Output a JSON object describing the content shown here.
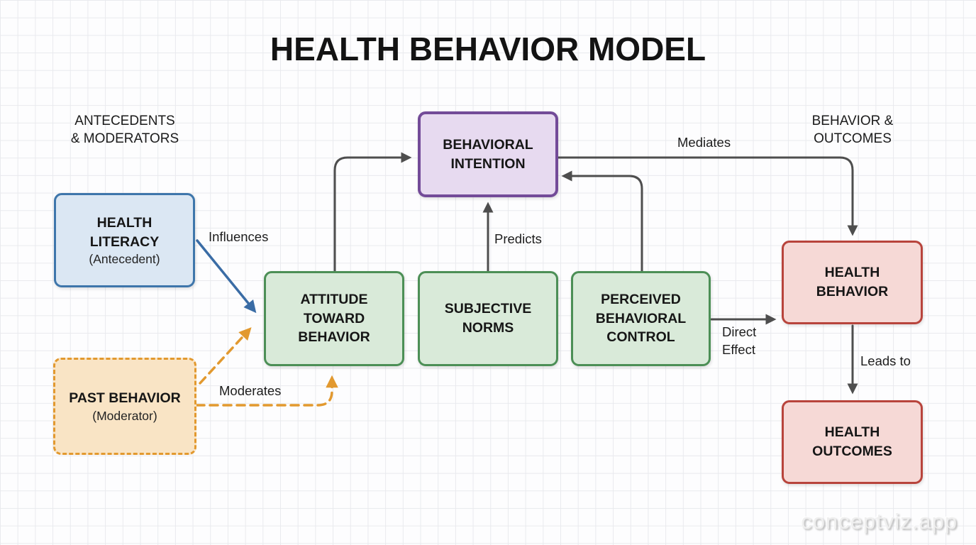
{
  "title": "HEALTH BEHAVIOR MODEL",
  "sections": {
    "left": {
      "line1": "ANTECEDENTS",
      "line2": "& MODERATORS"
    },
    "right": {
      "line1": "BEHAVIOR &",
      "line2": "OUTCOMES"
    }
  },
  "nodes": {
    "health_literacy": {
      "label": "HEALTH LITERACY",
      "sublabel": "(Antecedent)"
    },
    "past_behavior": {
      "label": "PAST BEHAVIOR",
      "sublabel": "(Moderator)"
    },
    "attitude_toward_behavior": {
      "label": "ATTITUDE TOWARD BEHAVIOR"
    },
    "subjective_norms": {
      "label": "SUBJECTIVE NORMS"
    },
    "perceived_behavioral_control": {
      "label": "PERCEIVED BEHAVIORAL CONTROL"
    },
    "behavioral_intention": {
      "label": "BEHAVIORAL INTENTION"
    },
    "health_behavior": {
      "label": "HEALTH BEHAVIOR"
    },
    "health_outcomes": {
      "label": "HEALTH OUTCOMES"
    }
  },
  "edge_labels": {
    "influences": "Influences",
    "moderates": "Moderates",
    "predicts": "Predicts",
    "mediates": "Mediates",
    "direct_effect": "Direct Effect",
    "leads_to": "Leads to"
  },
  "watermark": "conceptviz.app",
  "colors": {
    "antecedent_blue_border": "#3e76ab",
    "antecedent_blue_fill": "#dbe7f3",
    "moderator_orange_border": "#e2992f",
    "moderator_orange_fill": "#f9e4c5",
    "determinant_green_border": "#4c8f56",
    "determinant_green_fill": "#d9ead9",
    "intention_purple_border": "#734b98",
    "intention_purple_fill": "#e7daf0",
    "outcome_red_border": "#b8443c",
    "outcome_red_fill": "#f6d9d6",
    "connector_gray": "#4e4e4e",
    "connector_blue": "#3a6ca5",
    "connector_orange": "#e2992f"
  }
}
